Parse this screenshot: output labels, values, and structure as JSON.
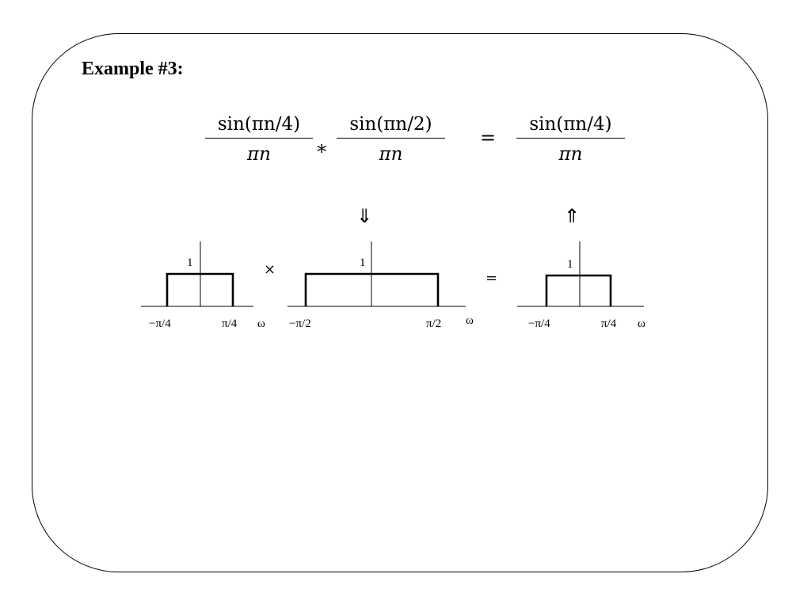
{
  "title": "Example #3:",
  "equation": {
    "lhs_left": {
      "numerator": "sin(πn/4)",
      "denominator": "πn"
    },
    "convolution_op": "∗",
    "lhs_right": {
      "numerator": "sin(πn/2)",
      "denominator": "πn"
    },
    "equals": "=",
    "rhs": {
      "numerator": "sin(πn/4)",
      "denominator": "πn"
    }
  },
  "arrows": {
    "down": "⇓",
    "up": "⇑"
  },
  "operators": {
    "multiply": "×",
    "equals": "="
  },
  "plots": [
    {
      "shape": "rect",
      "height": 1,
      "height_label": "1",
      "left_label": "−π/4",
      "right_label": "π/4",
      "axis_label": "ω"
    },
    {
      "shape": "rect",
      "height": 1,
      "height_label": "1",
      "left_label": "−π/2",
      "right_label": "π/2",
      "axis_label": "ω"
    },
    {
      "shape": "rect",
      "height": 1,
      "height_label": "1",
      "left_label": "−π/4",
      "right_label": "π/4",
      "axis_label": "ω"
    }
  ]
}
